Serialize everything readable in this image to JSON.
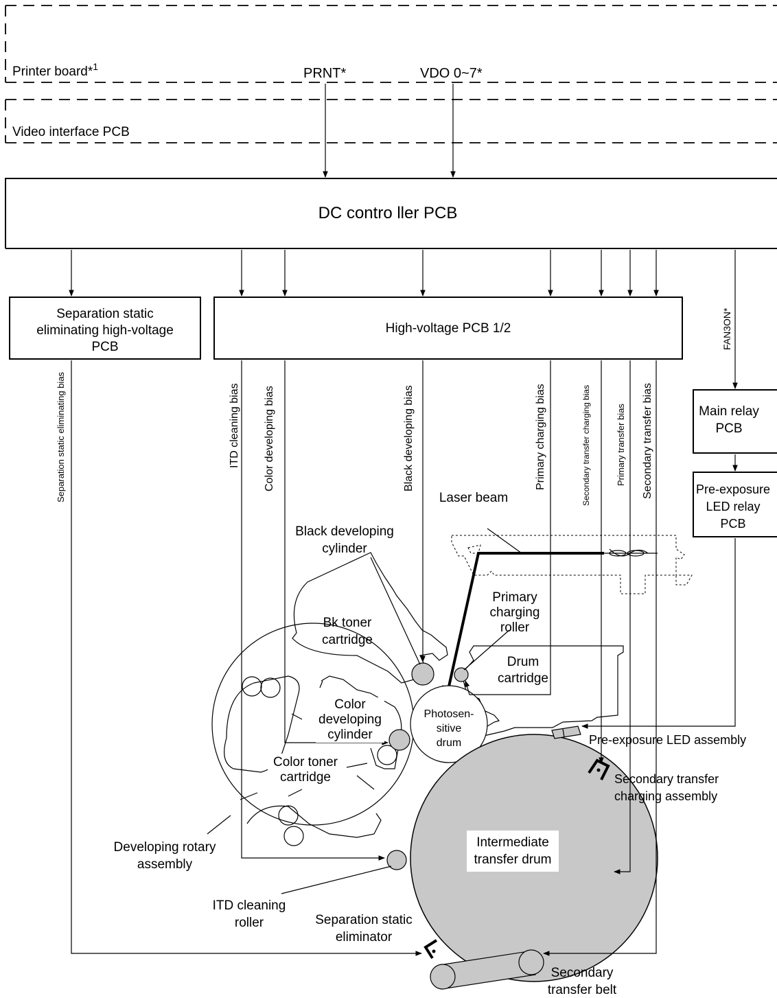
{
  "boards": {
    "printer_board": "Printer board*",
    "printer_board_sup": "1",
    "video_interface": "Video interface PCB"
  },
  "signals": {
    "prnt": "PRNT*",
    "vdo": "VDO 0~7*",
    "fan3on": "FAN3ON*"
  },
  "dc_controller": "DC contro ller PCB",
  "sep_pcb": [
    "Separation static",
    "eliminating high-voltage",
    "PCB"
  ],
  "hv_pcb": "High-voltage PCB 1/2",
  "main_relay": [
    "Main relay",
    "PCB"
  ],
  "pre_exposure_relay": [
    "Pre-exposure",
    "LED relay",
    "PCB"
  ],
  "biases": {
    "separation": "Separation static eliminating bias",
    "itd_cleaning": "ITD cleaning bias",
    "color_developing": "Color developing bias",
    "black_developing": "Black developing bias",
    "primary_charging": "Primary charging bias",
    "secondary_transfer_charging": "Secondary transfer charging bias",
    "primary_transfer": "Primary transfer bias",
    "secondary_transfer": "Secondary transfer bias"
  },
  "components": {
    "laser_beam": "Laser beam",
    "black_dev_cyl": [
      "Black developing",
      "cylinder"
    ],
    "primary_roller": [
      "Primary",
      "charging",
      "roller"
    ],
    "bk_toner": [
      "Bk toner",
      "cartridge"
    ],
    "drum_cartridge": [
      "Drum",
      "cartridge"
    ],
    "color_dev_cyl": [
      "Color",
      "developing",
      "cylinder"
    ],
    "photo_drum": [
      "Photosen-",
      "sitive",
      "drum"
    ],
    "pre_exposure_led": "Pre-exposure LED assembly",
    "color_toner": [
      "Color toner",
      "cartridge"
    ],
    "sec_transfer_charging": [
      "Secondary transfer",
      "charging assembly"
    ],
    "dev_rotary": [
      "Developing rotary",
      "assembly"
    ],
    "itd": [
      "Intermediate",
      "transfer drum"
    ],
    "itd_cleaning_roller": [
      "ITD cleaning",
      "roller"
    ],
    "sep_eliminator": [
      "Separation static",
      "eliminator"
    ],
    "sec_transfer_belt": [
      "Secondary",
      "transfer belt"
    ]
  }
}
